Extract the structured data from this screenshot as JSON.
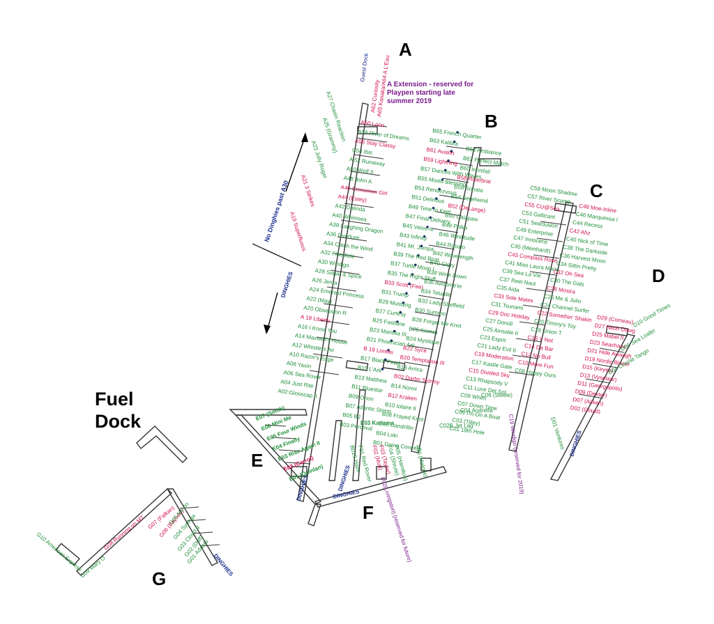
{
  "dock_letters": {
    "a": "A",
    "b": "B",
    "c": "C",
    "d": "D",
    "e": "E",
    "f": "F",
    "g": "G"
  },
  "fuel_dock": {
    "line1": "Fuel",
    "line2": "Dock"
  },
  "notes": {
    "a_extension_1": "A Extension -  reserved for",
    "a_extension_2": "Playpen starting late",
    "a_extension_3": "summer 2019",
    "no_dinghies": "No Dinghies past A30",
    "dinghies": "DINGHIES",
    "guest_dock": "Guest Dock"
  },
  "slips": {
    "a": [
      "A65 Kanaka/A64 A L'Eau",
      "A62 Curiosity",
      "A60 Loon",
      "A58 River of Dreams",
      "A56 Stay Classy",
      "C54 Ibis",
      "A 52 Runaway",
      "A50 Wolf II",
      "A48 John A",
      "A46 Cinnamon Girl",
      "A44 (Estey)",
      "A42 Dalinda",
      "A40 Whimsea",
      "A38 Laughing Dragon",
      "A36 Overture",
      "A34 Catch the Wind",
      "A32 Floodtide",
      "A30 Windigo",
      "A28 Sugar & Spice",
      "A26 Jenra",
      "A24 Emerald Princess",
      "A22 (May)",
      "A20 Obsession R",
      "A 18 Liberty",
      "A16 I Know You",
      "A14 Maxwell's House",
      "A12 Whistlers Air",
      "A10 Razor's Edge",
      "A08 Yaxin",
      "A06 Sea Rover",
      "A04 Just Rite",
      "A02:Glooscap II",
      "A27 Chasin Reaction",
      "A25 (Grammy)",
      "A23 Jolly Roger",
      "A21 3 Strikes",
      "A19 Superfluous"
    ],
    "b": [
      "B65 French Quarter",
      "B64 Ambiance",
      "B63 Kalibra",
      "B62 Perfect Match",
      "B61 Avalon",
      "B60 Innisfail",
      "B59 Lightning",
      "B58 Riverbrat",
      "B57 Dances With Waves",
      "B56 Sonata",
      "B55 Mixed Blessing",
      "B54 Segelwind",
      "B53 Rendezvous",
      "B52 (DeLange)",
      "B51 Delirious",
      "B50 Calapaw",
      "B49 Time to Keel",
      "B48 Polka",
      "B47 Final Delivery",
      "B46 Westitude",
      "B45 Velos-iti",
      "B44 Rubato",
      "B43 Infinity",
      "B42 Wavelength",
      "B41 Mr. Jumpa",
      "B40 Glory",
      "B39 The Red Boat",
      "B38 Wine Down",
      "B37 Turtle Moon I",
      "B36 Awsome'er",
      "B35 The Right Stuff",
      "B34 Telurde",
      "B33 Scott (Fee)",
      "B32 Lady Sheffield",
      "B31 Trump",
      "B30 Sumroo",
      "B29 Mustang",
      "B28 Forget Me Knot",
      "B27 Curtesy",
      "B26 Kismet",
      "B25 Fastlane",
      "B24 Mystique",
      "B23 Marissa III",
      "B22 Syce",
      "B21 Phoenician Ark",
      "B20 Temptation III",
      "B 19 Lorelei",
      "B18 Arrica",
      "B17 Black Pearl",
      "B02 Darbn Stormy",
      "B15 L'Ark",
      "B14 Nonni",
      "B13 Matthew",
      "B12 Kraken",
      "B11 Bluestar",
      "B10 Iolaire II",
      "B09 Orion",
      "B08 Frayed Knot",
      "B07 Atlantic Storm",
      "B06 Dandrillin",
      "B05 BJ",
      "B04 Loki",
      "B03 Perceval",
      "B01 Going Concern"
    ],
    "c": [
      "C59 Moon Shadow",
      "C57 River Scamp",
      "C55 CU@Sea",
      "C53 Gallicant",
      "C51 Seaclusion",
      "C49 Enterprise",
      "C47 Innocens",
      "C45 (Meinhardt)",
      "C43 Compass Rose",
      "C41 Miss Laura Marie",
      "C39 Sea La Vie",
      "C37 Reel Naut",
      "C35 Aida",
      "C33 Sole Mates",
      "C31 Tsunami",
      "C29 Doc Holiday",
      "C27 Dorsill",
      "C25 Ainsalie II",
      "C23 Esprit",
      "C21 Lady Evil II",
      "C19 Moderation",
      "C17 Kastle Gate",
      "C15 Divided Sky",
      "C13 Rhapsody V",
      "C11 Luce Del Sol",
      "C09 Whim",
      "C07 Down Time",
      "C05 I'm On A Boat",
      "C03 (Tilley)",
      "C01 19th Hole",
      "C06 (Steele)",
      "C04 Andretta",
      "C02B Jet Lag",
      "C19 Windigo (reserved for 2019)"
    ],
    "d": [
      "C48 Moe-Inline",
      "C46 Marquessa I",
      "C44 Recess",
      "C42 Ahz",
      "C40 Nick of Time",
      "C38 The Darkside",
      "C36 Harvest Moon",
      "C34 Sittin Pretty",
      "C32 Oh Sea",
      "C30 The Gals",
      "C28 Mosira",
      "C26 Me & Julio",
      "C24 Channel Surfer",
      "C22 Somethin' Shakin",
      "C20 Timmy's Toy",
      "C18 Union T",
      "C16 Y Not",
      "C14 Da Bar",
      "C12 No Bull",
      "C10 More Fun",
      "C08 Happy Ours",
      "D29 (Comeau)",
      "D27 Neoh Dawg",
      "D25 Mabel II",
      "D23 Seachase",
      "D21 Hide Awaugh",
      "D19 Nordic Blazer",
      "D15 (Keyes)",
      "D13 (Vyselaar)",
      "D11 (Georgopolis)",
      "D09 (Dexter)",
      "D07 (Aitken)",
      "D02 (Gould)",
      "D10 Good Times",
      "D06 Sea Loafer",
      "D04 Charlie Tango",
      "D01 Ventures"
    ],
    "e": [
      "E07 (Smith)",
      "E06 Mini Me",
      "E05 Four Winds",
      "E04 Finally",
      "E03 Rise Again II",
      "E02 (Carrol)",
      "E01 (Quinlan)"
    ],
    "f": [
      "E03 Karisma",
      "B01S Haze",
      "F01 Red Rover",
      "F02 (Mott)",
      "F03 (Taylor)",
      "F04 (Shrute)",
      "F05 (Hamilton)",
      "F06 (Malone)",
      "F02(Livingston) (reserved for future)"
    ],
    "g": [
      "G10 American Express",
      "G09 Mary O",
      "G08 Running on MT",
      "G07 (Falkan)",
      "G06 (Baynes)",
      "G05 Mo Jo",
      "G04 Syringa",
      "G03 Cloud 9",
      "G02 (Duff)",
      "G01 Adanta"
    ]
  },
  "colors": {
    "green": "#1f8f3a",
    "red": "#d0104a",
    "purple": "#7a1a8c",
    "navy": "#1a2d8a",
    "dot": "#1a2d6a"
  }
}
